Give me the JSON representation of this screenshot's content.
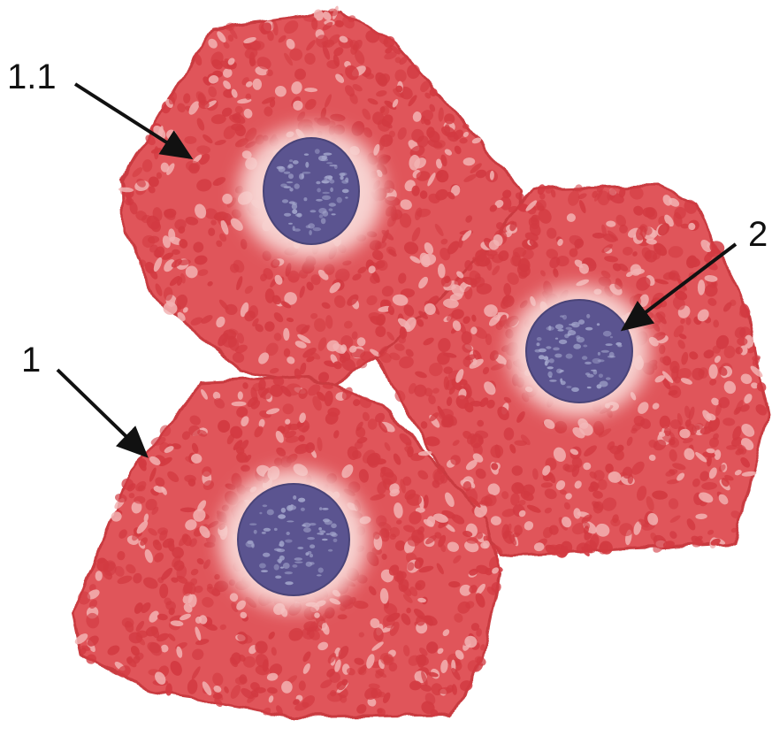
{
  "labels": {
    "cytoplasm": "1.1",
    "cell": "1",
    "nucleus": "2"
  },
  "colors": {
    "background": "#ffffff",
    "cell_fill": "#e0545a",
    "cell_edge": "#c93a40",
    "granule": "#d23a41",
    "granule_light": "#f2b3b3",
    "halo": "#f7d2d0",
    "nucleus_fill": "#5b5490",
    "nucleus_speckle": "#a3a6cc",
    "arrow": "#111111"
  },
  "icons": {
    "arrow": "arrow-icon"
  }
}
